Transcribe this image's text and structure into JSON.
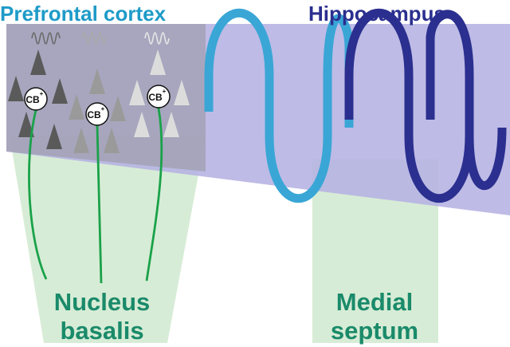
{
  "labels": {
    "prefrontal_cortex": "Prefrontal cortex",
    "hippocampus": "Hippocampus",
    "nucleus_basalis_line1": "Nucleus",
    "nucleus_basalis_line2": "basalis",
    "medial_septum_line1": "Medial",
    "medial_septum_line2": "septum",
    "cb_marker": "CB",
    "cb_superscript": "+"
  },
  "colors": {
    "prefrontal_title": "#1e9bc8",
    "hippocampus_title": "#2b2f8f",
    "basal_title": "#1a8a6a",
    "light_wave": "#3aa6d6",
    "dark_wave": "#2b2f8f",
    "region_fill": "#b7b4e3",
    "projection_fill": "#d6ecd6",
    "axon": "#1aa24a",
    "neuron_dark": "#5a5a5a",
    "neuron_mid": "#9a9a9a",
    "neuron_light": "#dcdcdc"
  },
  "icons": {
    "neuron_shape": "pyramidal-neuron-triangle",
    "oscillation_glyph": "mini-wave-icon"
  }
}
